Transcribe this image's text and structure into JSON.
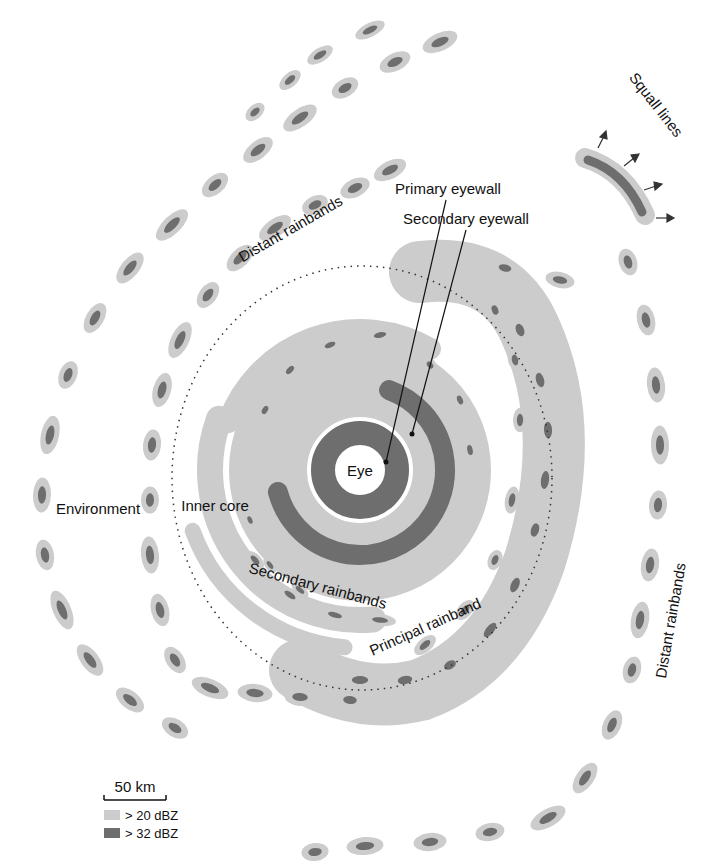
{
  "diagram": {
    "labels": [
      "Primary eyewall",
      "Secondary eyewall",
      "Distant rainbands",
      "Squall lines",
      "Eye",
      "Environment",
      "Inner core",
      "Secondary rainbands",
      "Principal rainband",
      "Distant rainbands",
      "50 km"
    ],
    "legend": [
      {
        "text": "> 20 dBZ",
        "color": "#cccccc"
      },
      {
        "text": "> 32 dBZ",
        "color": "#6e6e6e"
      }
    ]
  }
}
